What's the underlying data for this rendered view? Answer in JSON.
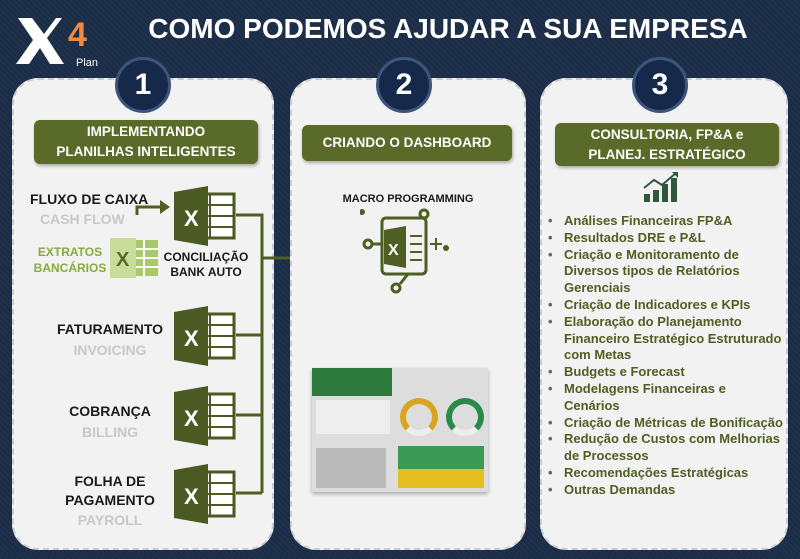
{
  "logo": {
    "text": "X4",
    "sub": "Plan"
  },
  "title": "COMO PODEMOS AJUDAR A SUA EMPRESA",
  "colors": {
    "background": "#1b2c47",
    "olive": "#5a6a28",
    "panel": "#f2f2f2",
    "logo_accent": "#f08a3c"
  },
  "col1": {
    "number": "1",
    "header": [
      "IMPLEMENTANDO",
      "PLANILHAS INTELIGENTES"
    ],
    "items": [
      {
        "label": "FLUXO DE CAIXA",
        "sub": "CASH FLOW"
      },
      {
        "label": "FATURAMENTO",
        "sub": "INVOICING"
      },
      {
        "label": "COBRANÇA",
        "sub": "BILLING"
      },
      {
        "label": "FOLHA DE PAGAMENTO",
        "sub": "PAYROLL"
      }
    ],
    "extratos": [
      "EXTRATOS",
      "BANCÁRIOS"
    ],
    "conciliacao": [
      "CONCILIAÇÃO",
      "BANK AUTO"
    ]
  },
  "col2": {
    "number": "2",
    "header": "CRIANDO O DASHBOARD",
    "macro": "MACRO PROGRAMMING"
  },
  "col3": {
    "number": "3",
    "header": [
      "CONSULTORIA, FP&A e",
      "PLANEJ. ESTRATÉGICO"
    ],
    "items": [
      "Análises Financeiras FP&A",
      "Resultados DRE e P&L",
      "Criação e Monitoramento de Diversos tipos de Relatórios Gerenciais",
      "Criação de Indicadores e KPIs",
      "Elaboração do Planejamento Financeiro Estratégico Estruturado com Metas",
      "Budgets e Forecast",
      "Modelagens Financeiras e Cenários",
      "Criação de Métricas de Bonificação",
      "Redução de Custos com Melhorias de Processos",
      "Recomendações Estratégicas",
      "Outras Demandas"
    ]
  }
}
